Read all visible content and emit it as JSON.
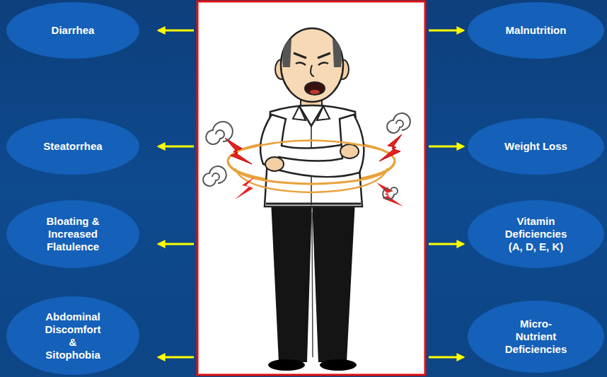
{
  "diagram": {
    "nodes": [
      {
        "text": [
          "Diarrhea"
        ]
      },
      {
        "text": [
          "Malnutrition"
        ]
      },
      {
        "text": [
          "Steatorrhea"
        ]
      },
      {
        "text": [
          "Weight Loss"
        ]
      },
      {
        "text": [
          "Bloating & Increased Flatulence"
        ]
      },
      {
        "text": [
          "Vitamin Deficiencies (A, D, E, K)"
        ]
      },
      {
        "text": [
          "Abdominal Discomfort & Sitophobia"
        ]
      },
      {
        "text": [
          "Micro- Nutrient Deficiencies"
        ]
      }
    ]
  }
}
